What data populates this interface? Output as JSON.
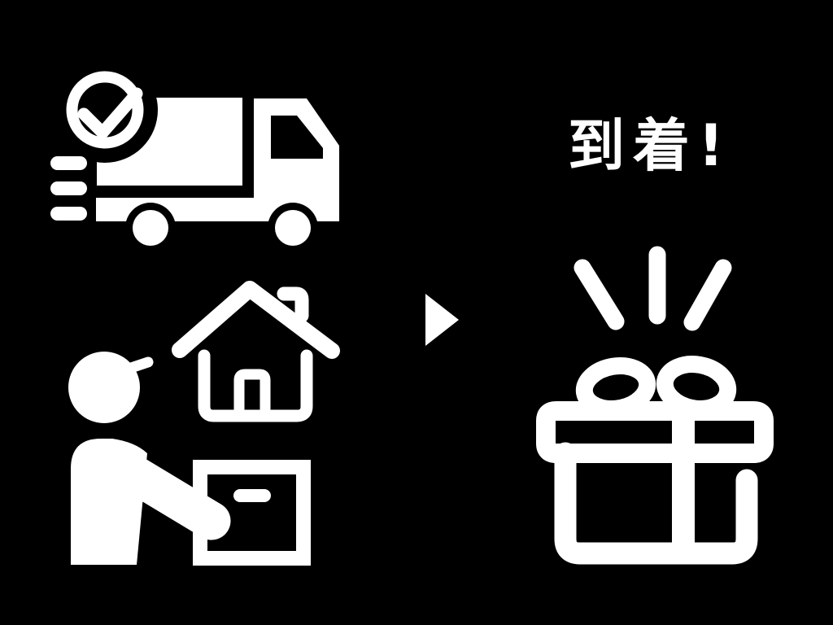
{
  "page": {
    "background_color": "#000000",
    "icon_color": "#ffffff",
    "description": "delivery-to-arrival-flow-illustration"
  },
  "delivery_panel": {
    "truck_icon": "delivery-truck-with-checkmark-and-speed-lines",
    "checkmark_icon": "check-circle",
    "handoff_icon": "courier-handing-package-at-house"
  },
  "flow": {
    "arrow_icon": "right-pointing-triangle"
  },
  "arrival_panel": {
    "label": "到着!",
    "gift_icon": "gift-box-with-burst-lines"
  }
}
